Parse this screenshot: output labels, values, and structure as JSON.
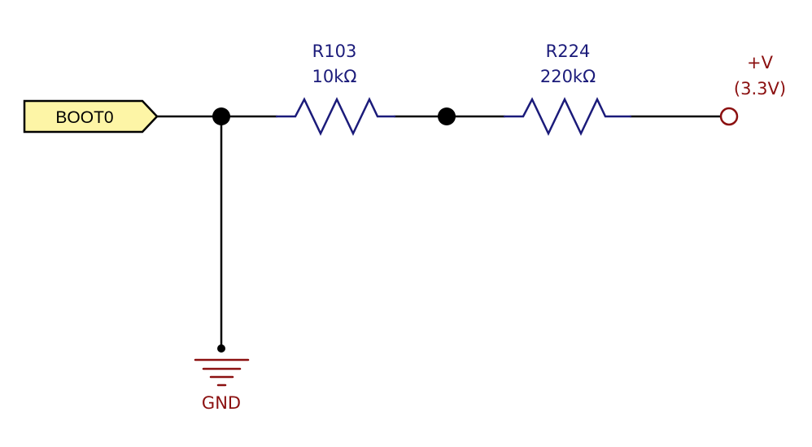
{
  "colors": {
    "wire": "#000000",
    "component": "#1b1b7a",
    "power": "#8b1010",
    "port_fill": "#fdf5a6",
    "port_stroke": "#000000"
  },
  "port": {
    "label": "BOOT0",
    "icon": "hierarchical-port-icon"
  },
  "resistors": [
    {
      "ref": "R103",
      "value": "10kΩ"
    },
    {
      "ref": "R224",
      "value": "220kΩ"
    }
  ],
  "power": {
    "name": "+V",
    "voltage": "(3.3V)",
    "icon": "power-terminal-icon"
  },
  "ground": {
    "label": "GND",
    "icon": "ground-symbol-icon"
  }
}
